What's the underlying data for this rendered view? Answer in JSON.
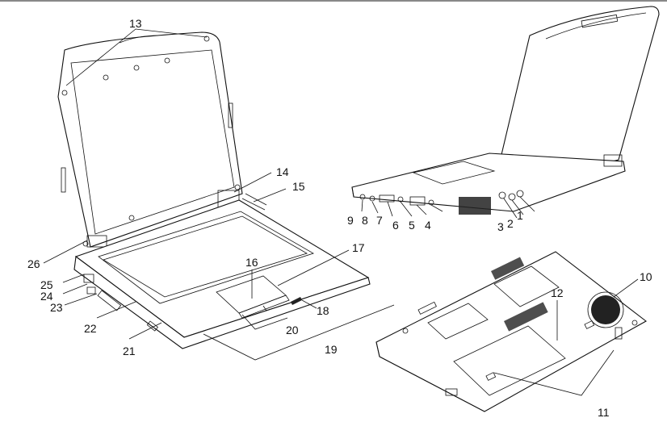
{
  "figure": {
    "callouts": [
      "1",
      "2",
      "3",
      "4",
      "5",
      "6",
      "7",
      "8",
      "9",
      "10",
      "11",
      "12",
      "13",
      "14",
      "15",
      "16",
      "17",
      "18",
      "19",
      "20",
      "21",
      "22",
      "23",
      "24",
      "25",
      "26"
    ]
  }
}
